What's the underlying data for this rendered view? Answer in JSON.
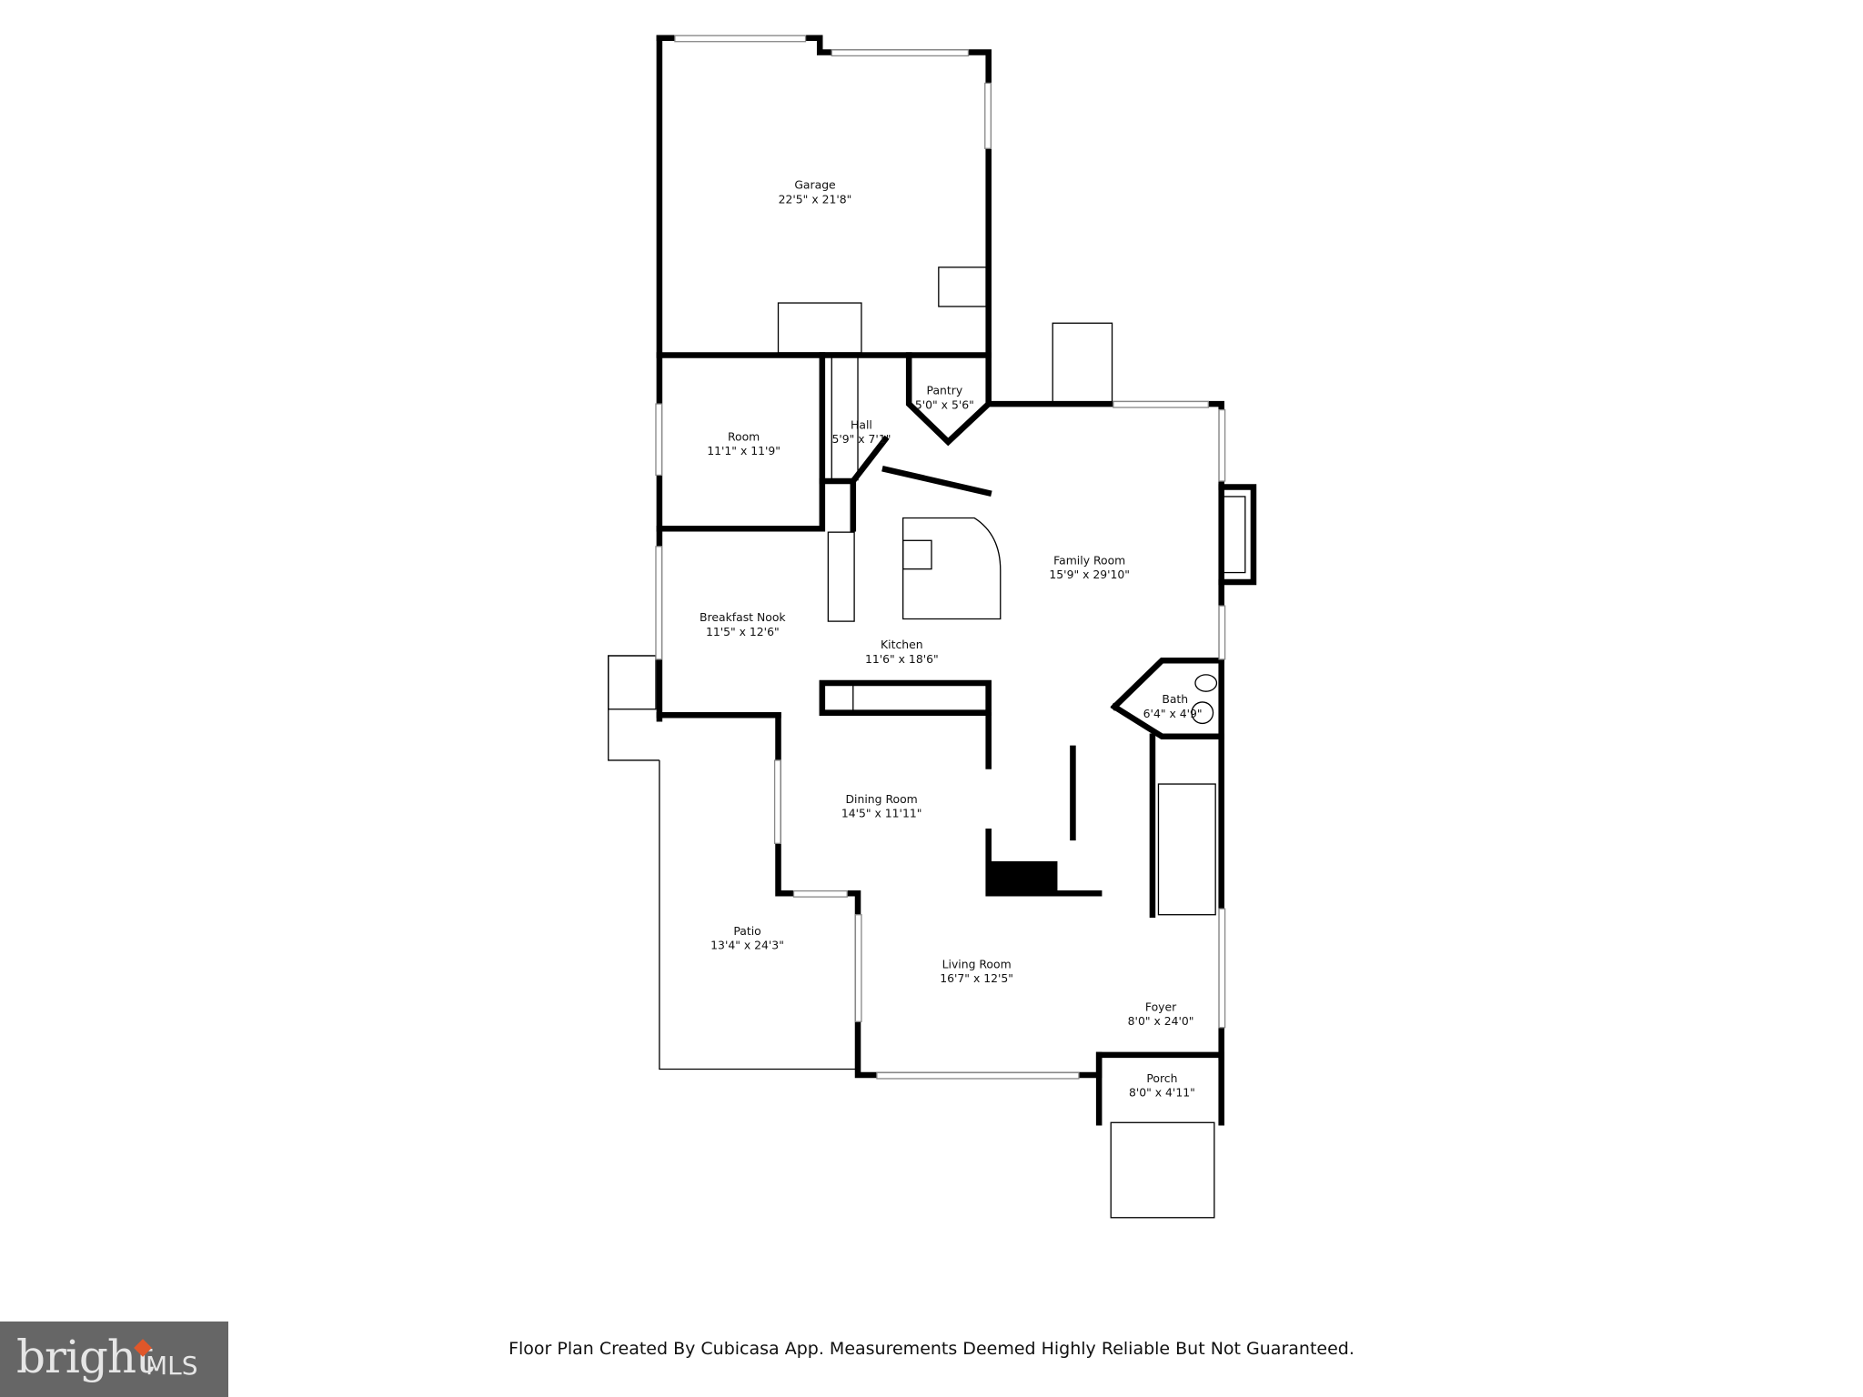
{
  "rooms": [
    {
      "name": "Garage",
      "size": "22'5\" x 21'8\""
    },
    {
      "name": "Room",
      "size": "11'1\" x 11'9\""
    },
    {
      "name": "Hall",
      "size": "5'9\" x 7'1\""
    },
    {
      "name": "Pantry",
      "size": "5'0\" x 5'6\""
    },
    {
      "name": "Family Room",
      "size": "15'9\" x 29'10\""
    },
    {
      "name": "Breakfast Nook",
      "size": "11'5\" x 12'6\""
    },
    {
      "name": "Kitchen",
      "size": "11'6\" x 18'6\""
    },
    {
      "name": "Bath",
      "size": "6'4\" x 4'9\""
    },
    {
      "name": "Dining Room",
      "size": "14'5\" x 11'11\""
    },
    {
      "name": "Patio",
      "size": "13'4\" x 24'3\""
    },
    {
      "name": "Living Room",
      "size": "16'7\" x 12'5\""
    },
    {
      "name": "Foyer",
      "size": "8'0\" x 24'0\""
    },
    {
      "name": "Porch",
      "size": "8'0\" x 4'11\""
    }
  ],
  "footer": "Floor Plan Created By Cubicasa App. Measurements Deemed Highly Reliable But Not Guaranteed.",
  "logo": {
    "brand": "bright",
    "suffix": "MLS",
    "accent": "#e0572a",
    "background": "#666666"
  }
}
